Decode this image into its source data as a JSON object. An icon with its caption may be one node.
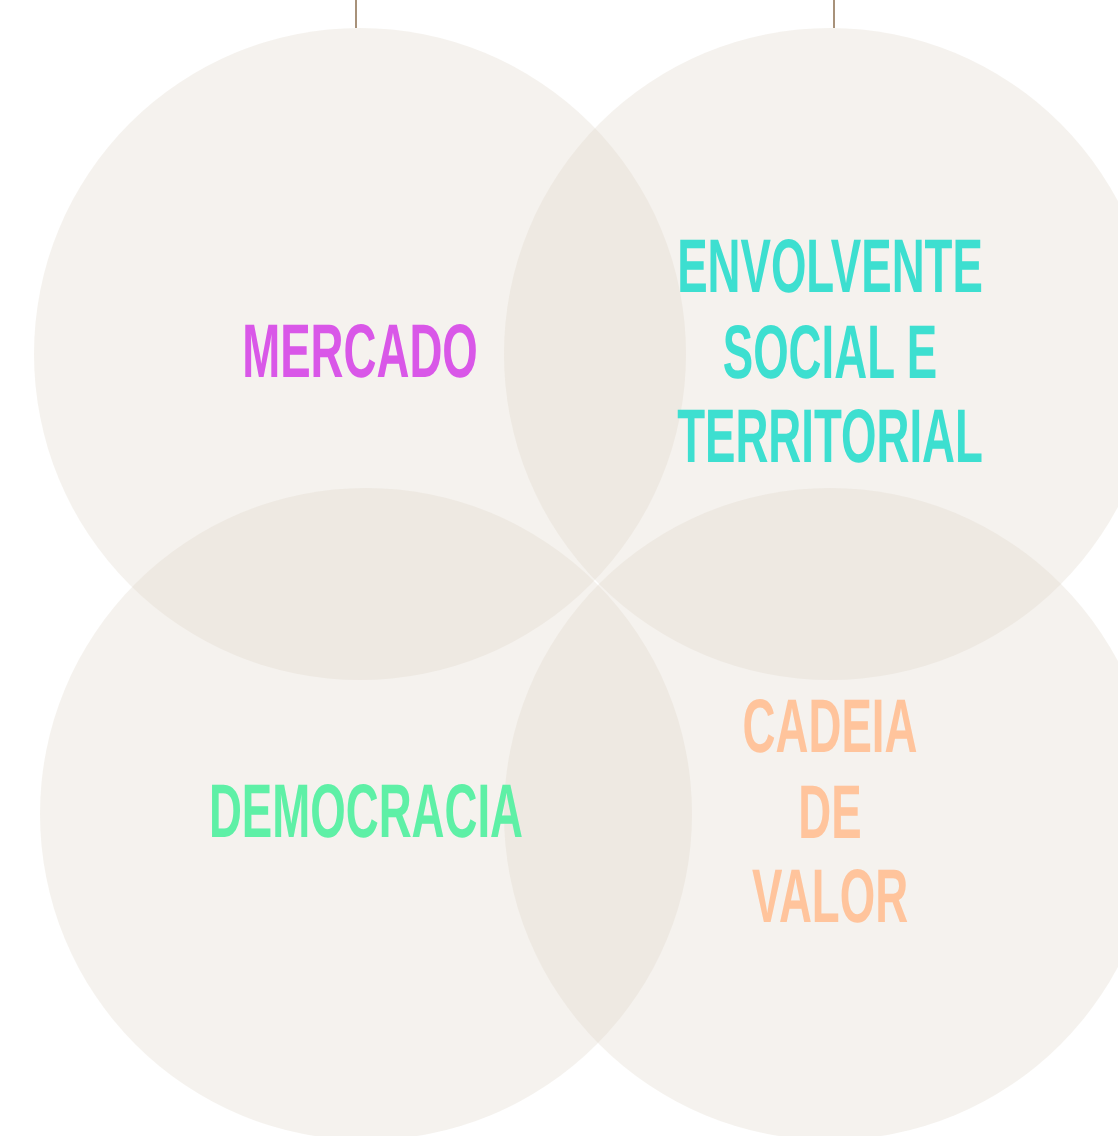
{
  "diagram": {
    "nodes": [
      {
        "text": [
          "MERCADO"
        ]
      },
      {
        "text": [
          "ENVOLVENTE SOCIAL E TERRITORIAL"
        ]
      },
      {
        "text": [
          "DEMOCRACIA"
        ]
      },
      {
        "text": [
          "CADEIA DE VALOR"
        ]
      }
    ],
    "edges": [
      {
        "from": null,
        "to": 0,
        "arrow": "none"
      },
      {
        "from": null,
        "to": 1,
        "arrow": "none"
      }
    ]
  }
}
